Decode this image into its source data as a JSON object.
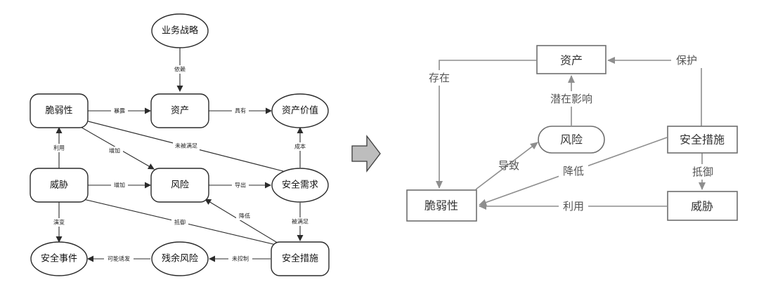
{
  "left_diagram": {
    "nodes": {
      "business_strategy": "业务战略",
      "vulnerability": "脆弱性",
      "asset": "资产",
      "asset_value": "资产价值",
      "threat": "威胁",
      "risk": "风险",
      "security_requirement": "安全需求",
      "security_incident": "安全事件",
      "residual_risk": "残余风险",
      "security_measure": "安全措施"
    },
    "edges": {
      "depend": "依赖",
      "expose": "暴露",
      "has": "具有",
      "unsatisfied": "未被满足",
      "use": "利用",
      "increase_vuln": "增加",
      "cost": "成本",
      "increase_threat": "增加",
      "derive": "导出",
      "evolve": "演变",
      "resist": "抵御",
      "reduce": "降低",
      "satisfied": "被满足",
      "may_induce": "可能诱发",
      "uncontrolled": "未控制"
    }
  },
  "right_diagram": {
    "nodes": {
      "asset": "资产",
      "risk": "风险",
      "security_measure": "安全措施",
      "vulnerability": "脆弱性",
      "threat": "威胁"
    },
    "edges": {
      "exist": "存在",
      "protect": "保护",
      "potential_impact": "潜在影响",
      "lead_to": "导致",
      "reduce": "降低",
      "resist": "抵御",
      "use": "利用"
    }
  }
}
